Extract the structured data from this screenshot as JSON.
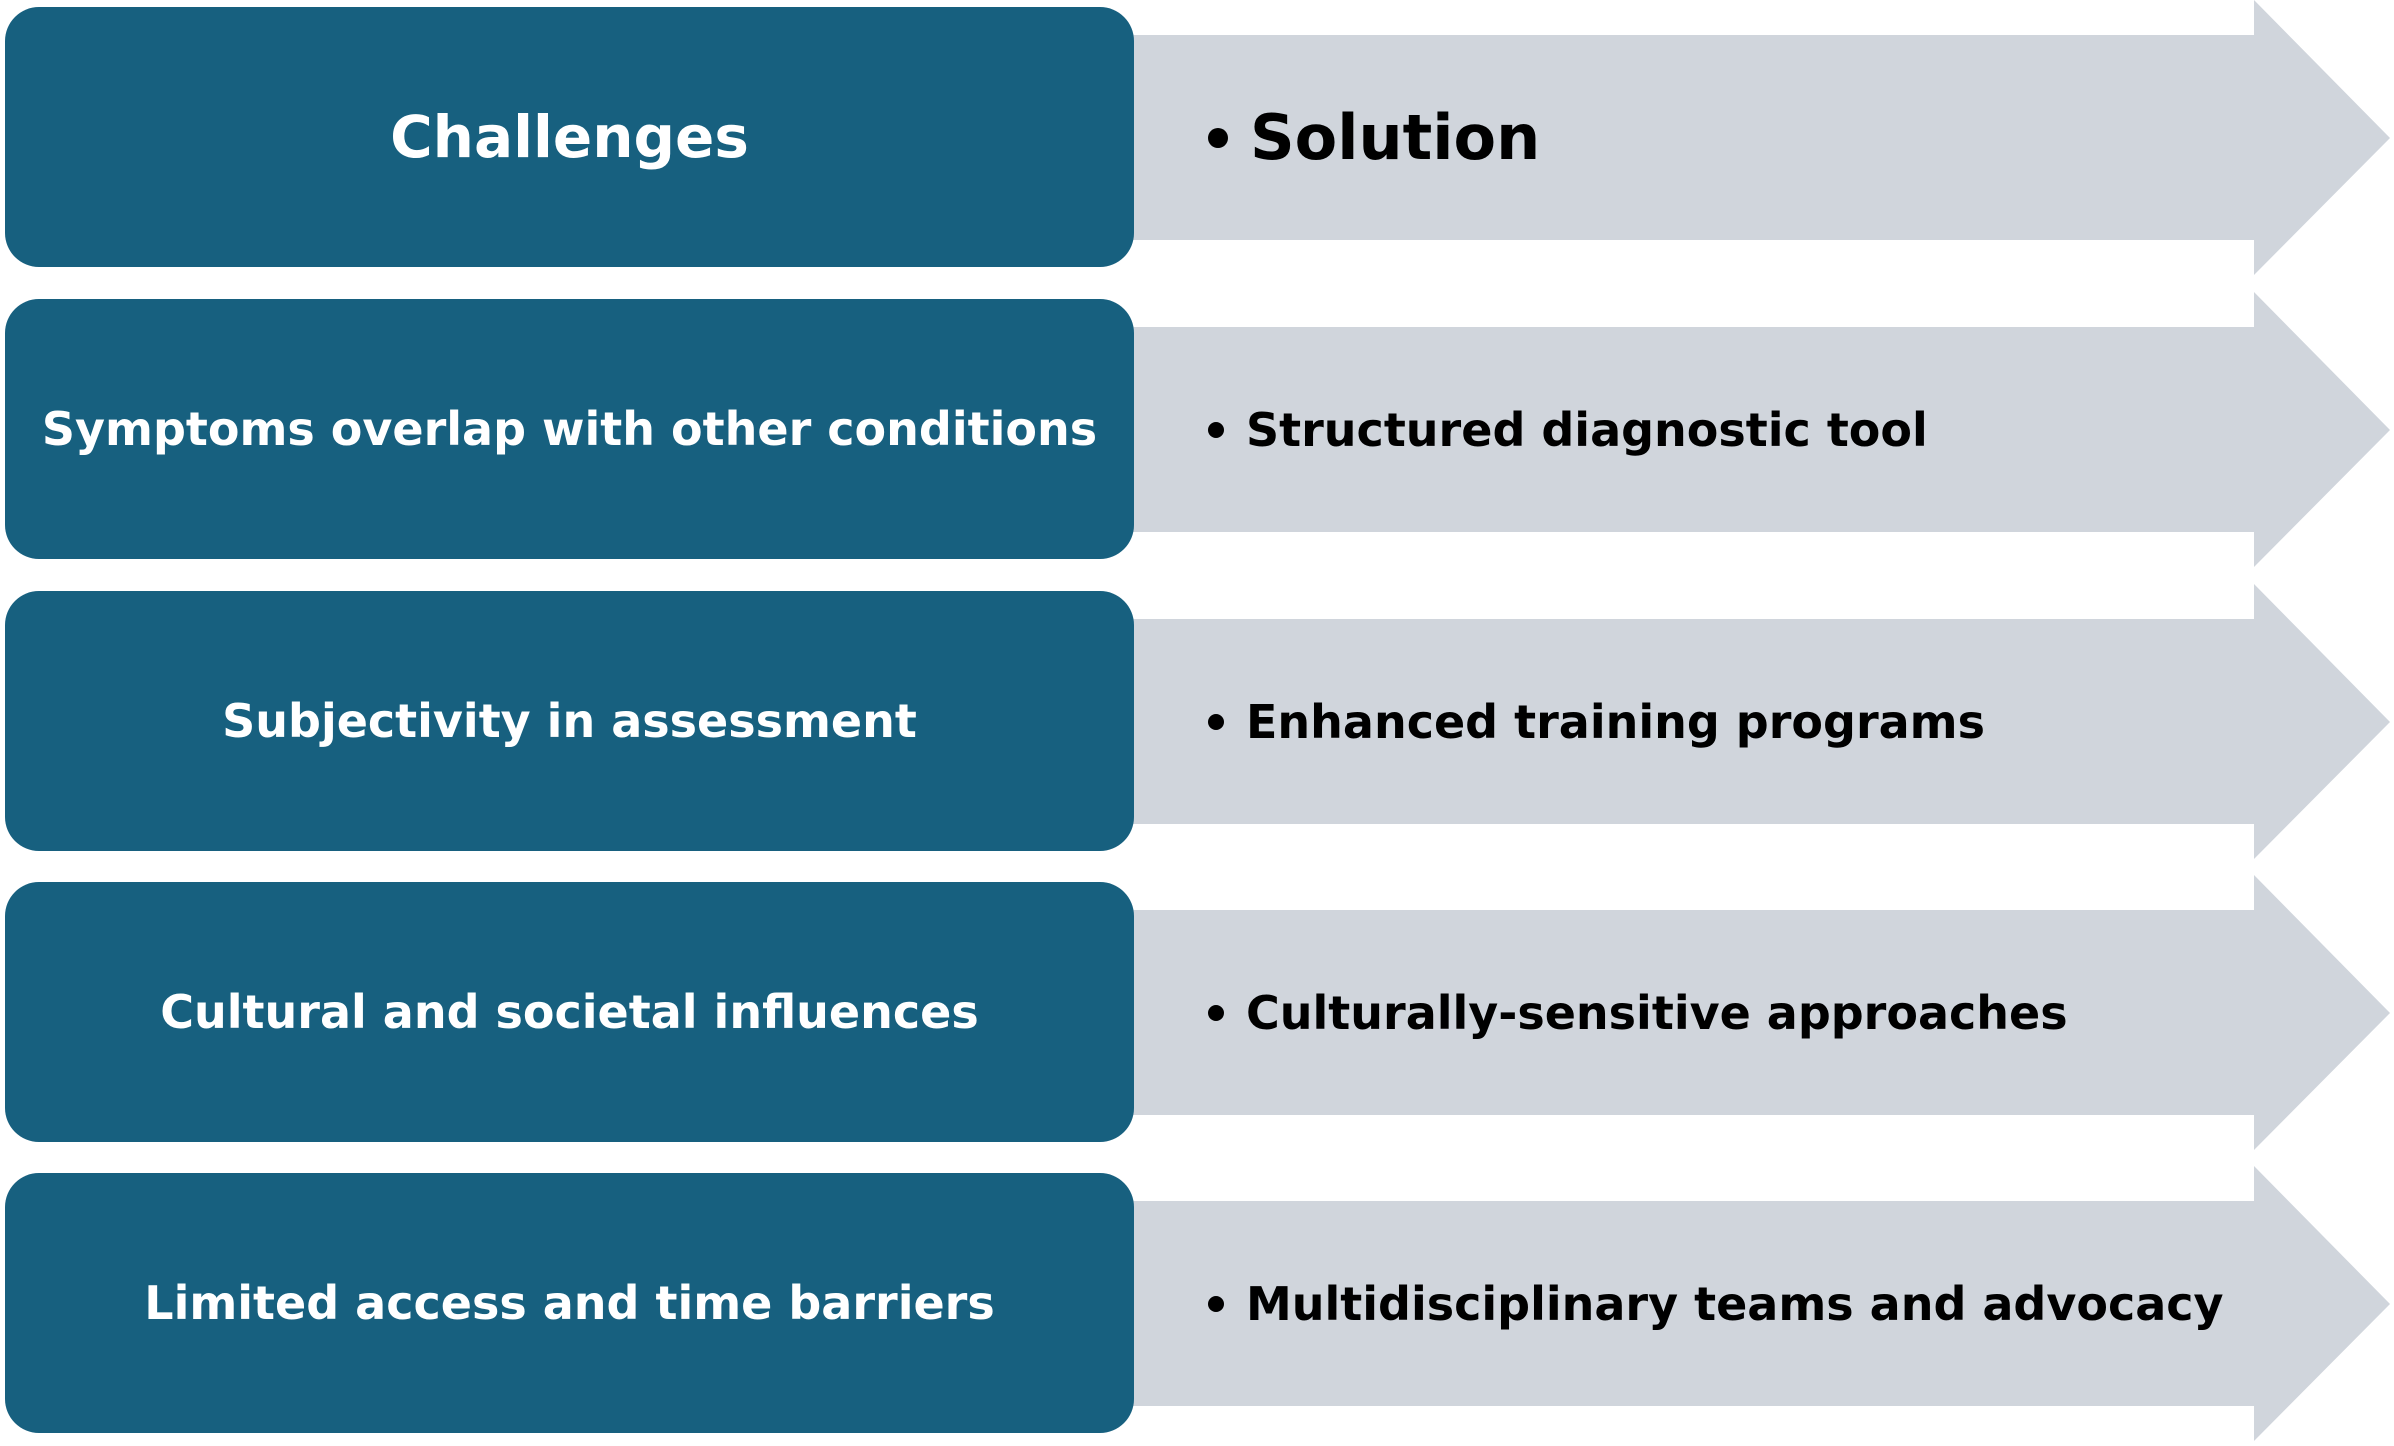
{
  "colors": {
    "challenge_box": "#17607f",
    "arrow": "#d0d5dc"
  },
  "header": {
    "challenges": "Challenges",
    "solution": "Solution"
  },
  "rows": [
    {
      "challenge": "Symptoms overlap with other conditions",
      "solution": "Structured diagnostic tool"
    },
    {
      "challenge": "Subjectivity in assessment",
      "solution": "Enhanced training programs"
    },
    {
      "challenge": "Cultural and societal influences",
      "solution": "Culturally-sensitive approaches"
    },
    {
      "challenge": "Limited access and time barriers",
      "solution": "Multidisciplinary teams and advocacy"
    }
  ]
}
